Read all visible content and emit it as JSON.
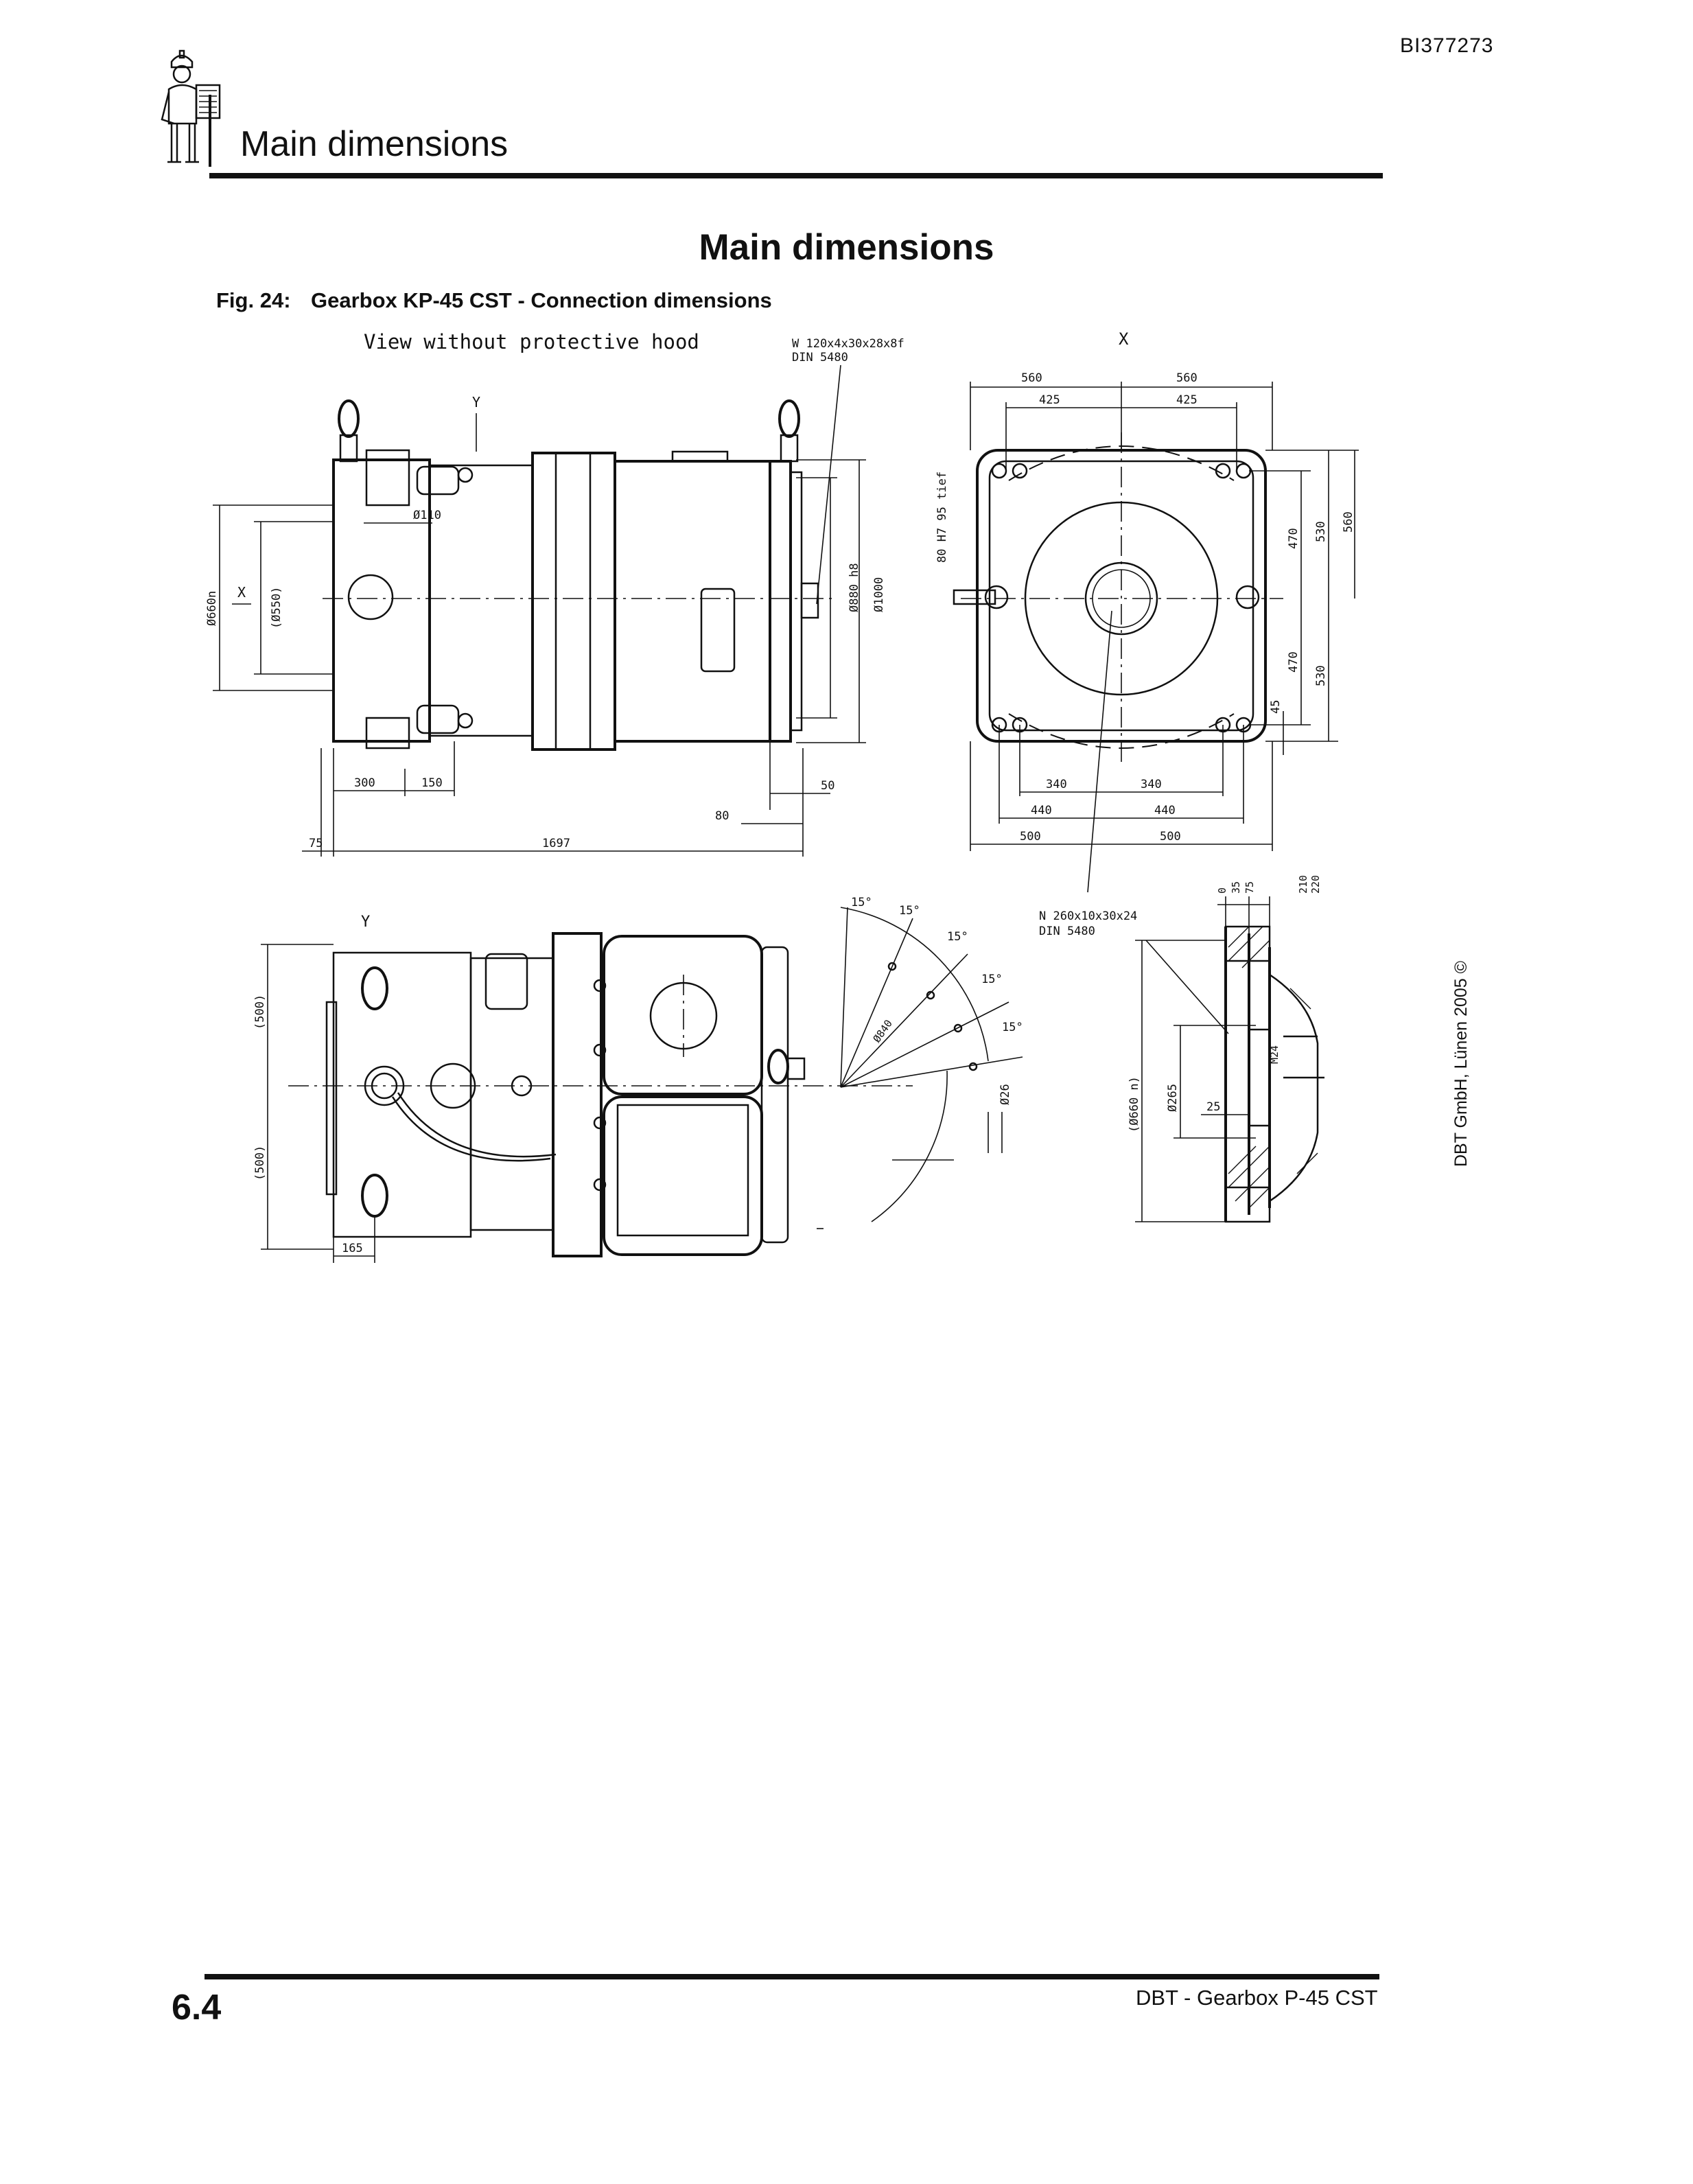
{
  "header": {
    "doc_id": "BI377273",
    "section_title": "Main dimensions",
    "icon": "technician-with-clipboard-icon"
  },
  "page_heading": "Main dimensions",
  "figure": {
    "number": "Fig. 24:",
    "caption": "Gearbox KP-45 CST - Connection dimensions",
    "side_view_note": "View without protective hood",
    "shaft_spec_w_line1": "W  120x4x30x28x8f",
    "shaft_spec_w_line2": "DIN  5480",
    "shaft_spec_n_line1": "N  260x10x30x24",
    "shaft_spec_n_line2": "DIN  5480",
    "view_x_label": "X",
    "view_y_label": "Y",
    "side_view_dims": {
      "d110": "Ø110",
      "d660": "Ø660n",
      "d550": "(Ø550)",
      "d880": "Ø880 h8",
      "d1000": "Ø1000",
      "l300": "300",
      "l150": "150",
      "l75": "75",
      "l1697": "1697",
      "l80": "80",
      "l50": "50",
      "depth": "80 H7 95 tief"
    },
    "front_view_dims": {
      "w560_left": "560",
      "w560_right": "560",
      "w425_left": "425",
      "w425_right": "425",
      "h470_top": "470",
      "h470_bottom": "470",
      "h530_top": "530",
      "h530_bottom": "530",
      "h560": "560",
      "h45": "45",
      "w340_left": "340",
      "w340_right": "340",
      "w440_left": "440",
      "w440_right": "440",
      "w500_left": "500",
      "w500_right": "500"
    },
    "top_view_dims": {
      "h500_top": "(500)",
      "h500_bottom": "(500)",
      "w165": "165",
      "angle_15_a": "15°",
      "angle_15_b": "15°",
      "angle_15_c": "15°",
      "angle_15_d": "15°",
      "angle_15_e": "15°",
      "d840": "Ø840",
      "d26": "Ø26"
    },
    "section_dims": {
      "t0": "0",
      "t35": "35",
      "t75": "75",
      "t210": "210",
      "t220": "220",
      "m24": "M24",
      "d265": "Ø265",
      "l25": "25",
      "d660": "(Ø660 n)"
    }
  },
  "side_copyright": "DBT GmbH, Lünen 2005 ©",
  "footer": {
    "page_number": "6.4",
    "doc_title": "DBT - Gearbox P-45 CST"
  }
}
